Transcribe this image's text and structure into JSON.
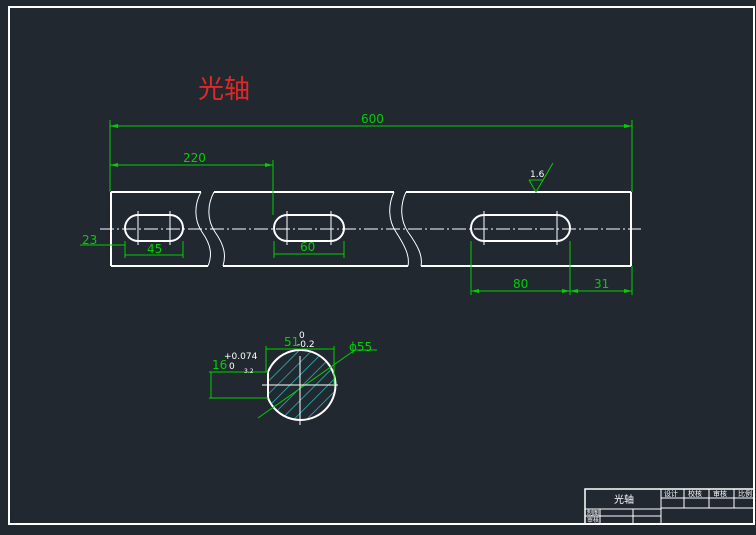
{
  "drawing": {
    "title": "光轴",
    "dims": {
      "overall_length": "600",
      "slot1_pos": "220",
      "edge_offset": "23",
      "slot1_len": "45",
      "slot2_len": "60",
      "slot3_len": "80",
      "slot3_end": "31",
      "roughness": "1.6",
      "flat_width": "51",
      "flat_tol_upper": "0",
      "flat_tol_lower": "-0.2",
      "diameter": "ϕ55",
      "key_width": "16",
      "key_tol_upper": "+0.074",
      "key_tol_lower": "0",
      "key_roughness": "3.2"
    }
  },
  "title_block": {
    "part_name": "光轴",
    "headers": [
      "设计",
      "校核",
      "审核",
      "比例"
    ],
    "rows": [
      "制图",
      "审核"
    ]
  },
  "colors": {
    "background": "#212830",
    "geometry": "#ffffff",
    "dimension": "#00d000",
    "title": "#e02828",
    "hatch": "#1fc8c8"
  }
}
